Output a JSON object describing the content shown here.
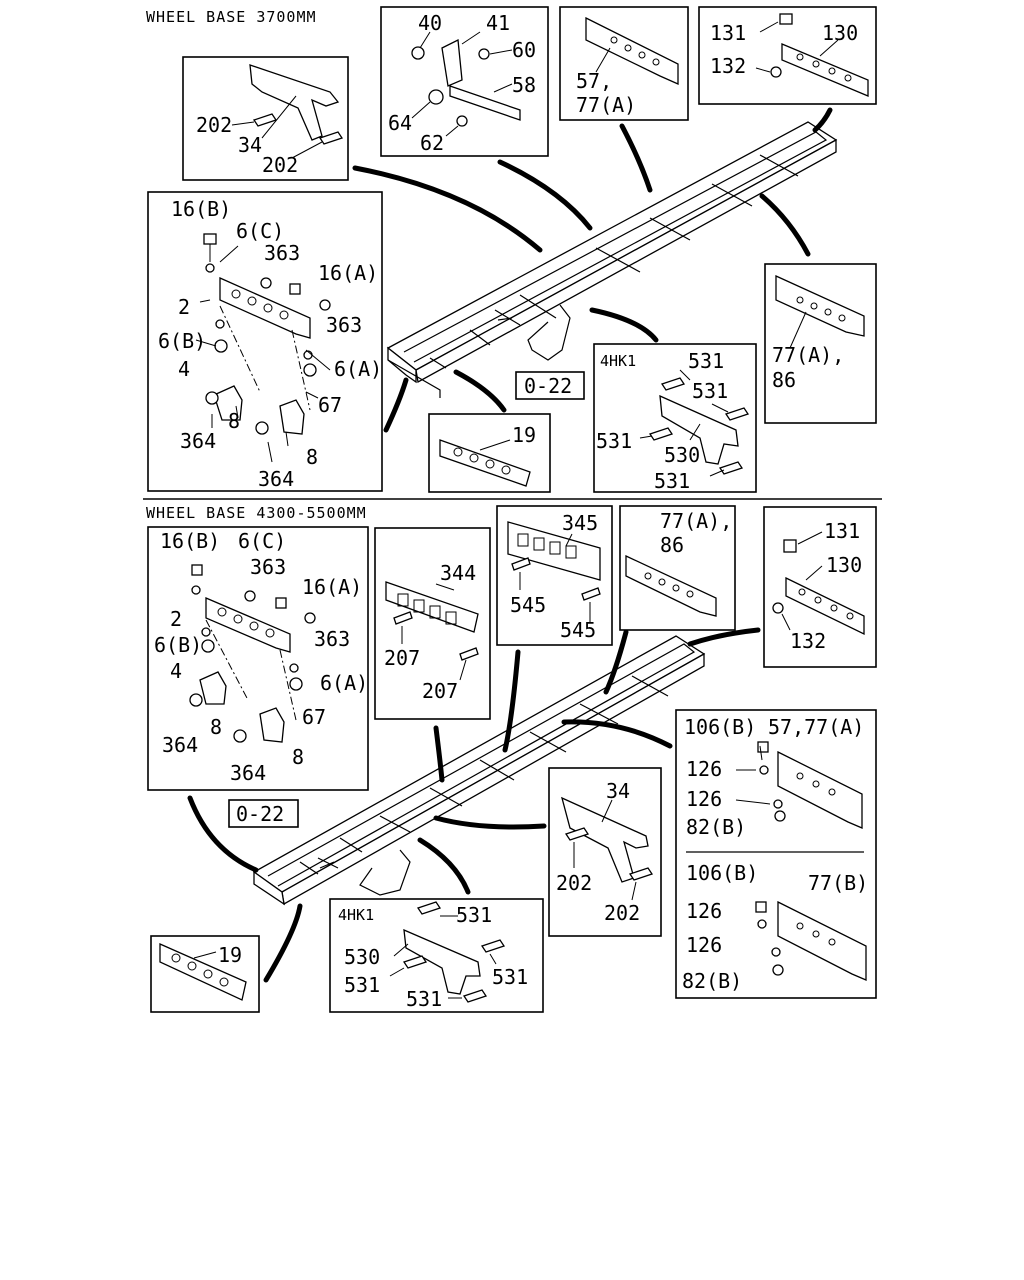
{
  "sections": {
    "top_title": "WHEEL BASE 3700MM",
    "bottom_title": "WHEEL BASE 4300-5500MM"
  },
  "refs": {
    "top": "0-22",
    "bottom": "0-22"
  },
  "top": {
    "box_202_34": [
      "202",
      "34",
      "202"
    ],
    "box_40": [
      "40",
      "41",
      "60",
      "58",
      "64",
      "62"
    ],
    "box_57": [
      "57,",
      "77(A)"
    ],
    "box_131": [
      "131",
      "130",
      "132"
    ],
    "box_16": [
      "16(B)",
      "6(C)",
      "363",
      "16(A)",
      "2",
      "363",
      "6(B)",
      "4",
      "6(A)",
      "67",
      "8",
      "364",
      "8",
      "364"
    ],
    "box_77": [
      "77(A),",
      "86"
    ],
    "box_19": [
      "19"
    ],
    "box_4hk1": [
      "4HK1",
      "531",
      "531",
      "531",
      "530",
      "531"
    ]
  },
  "bottom": {
    "box_16": [
      "16(B)",
      "6(C)",
      "363",
      "16(A)",
      "2",
      "363",
      "6(B)",
      "4",
      "6(A)",
      "67",
      "8",
      "364",
      "8",
      "364"
    ],
    "box_344": [
      "344",
      "207",
      "207"
    ],
    "box_345": [
      "345",
      "545",
      "545"
    ],
    "box_77": [
      "77(A),",
      "86"
    ],
    "box_131": [
      "131",
      "130",
      "132"
    ],
    "box_106": [
      "106(B)",
      "57,77(A)",
      "126",
      "126",
      "82(B)",
      "106(B)",
      "77(B)",
      "126",
      "126",
      "82(B)"
    ],
    "box_34": [
      "34",
      "202",
      "202"
    ],
    "box_4hk1": [
      "4HK1",
      "531",
      "530",
      "531",
      "531",
      "531"
    ],
    "box_19": [
      "19"
    ]
  }
}
